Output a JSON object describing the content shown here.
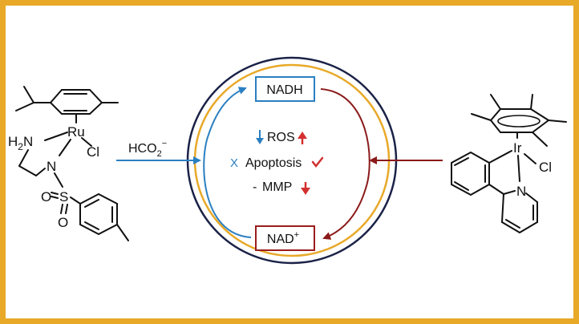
{
  "diagram": {
    "nadh_label": "NADH",
    "nad_label": "NAD",
    "nad_superscript": "+",
    "formate_label": "HCO",
    "formate_subscript": "2",
    "formate_superscript": "−",
    "effects": {
      "ros_label": "ROS",
      "apoptosis_label": "Apoptosis",
      "apoptosis_prefix": "X",
      "mmp_label": "MMP",
      "mmp_prefix": "-"
    },
    "ru_complex": {
      "metal": "Ru",
      "chloride": "Cl",
      "amine": "H",
      "amine_subscript": "2",
      "amine_n": "N",
      "sulfonamide_n": "N",
      "sulfur": "S",
      "oxygen": "O"
    },
    "ir_complex": {
      "metal": "Ir",
      "chloride": "Cl",
      "pyridine_n": "N"
    },
    "colors": {
      "blue": "#2b7fc1",
      "red": "#9b1c1c",
      "gold": "#e8a928",
      "navy": "#1b2247"
    }
  }
}
